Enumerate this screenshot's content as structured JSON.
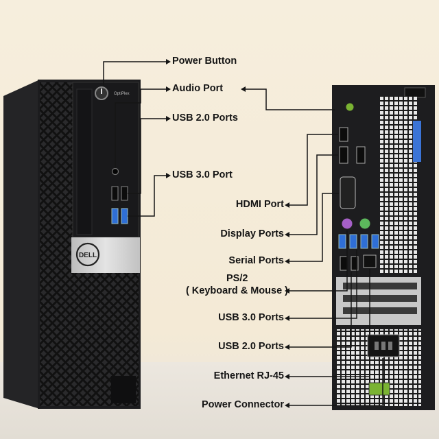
{
  "brand": {
    "logo_text": "DELL",
    "model_text": "OptiPlex"
  },
  "front_labels": {
    "power_button": "Power Button",
    "audio_port": "Audio Port",
    "usb2_ports": "USB 2.0 Ports",
    "usb3_port": "USB 3.0 Port"
  },
  "rear_labels": {
    "hdmi_port": "HDMI Port",
    "display_ports": "Display Ports",
    "serial_ports": "Serial Ports",
    "ps2_line1": "PS/2",
    "ps2_line2": "( Keyboard & Mouse )",
    "usb3_ports": "USB 3.0 Ports",
    "usb2_ports": "USB 2.0 Ports",
    "ethernet": "Ethernet RJ-45",
    "power_connector": "Power Connector"
  },
  "colors": {
    "case": "#1c1c1e",
    "accent_usb3": "#2f6fd6",
    "silver": "#cfcfcf",
    "label": "#151515"
  }
}
